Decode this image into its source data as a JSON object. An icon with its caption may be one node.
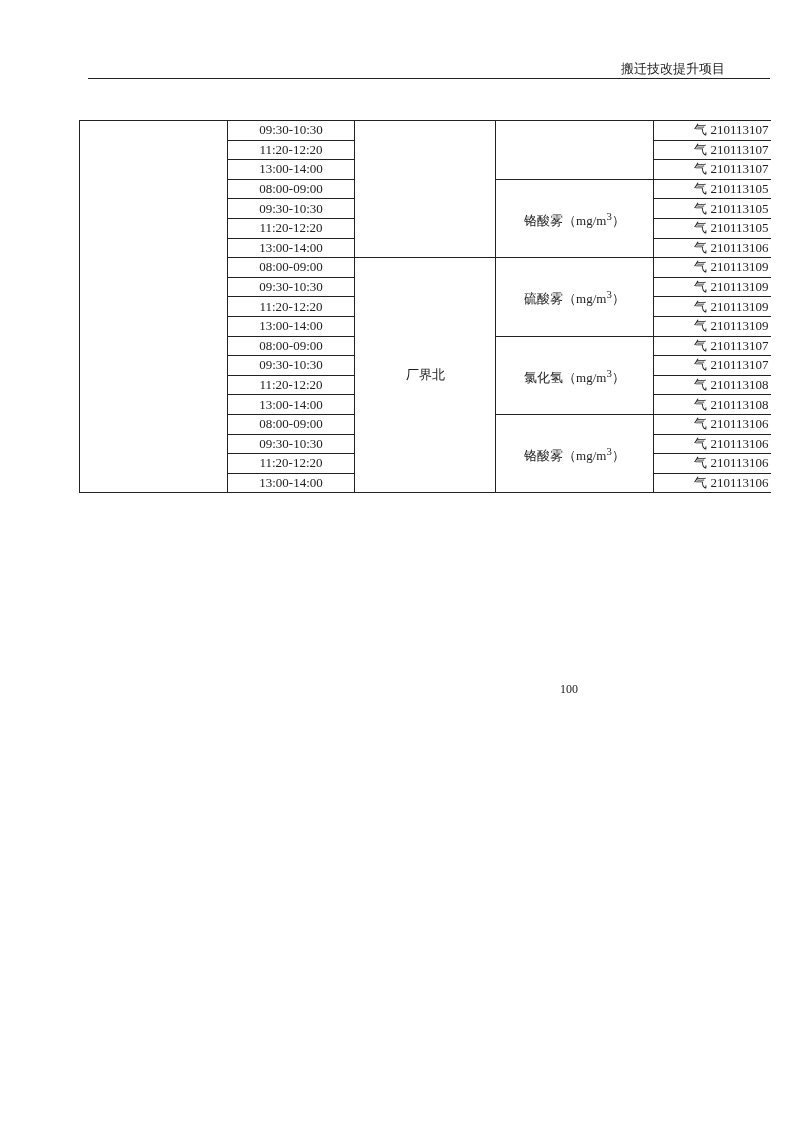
{
  "diagram": {
    "labels": [
      "搬迁技改提升项目",
      "09:30-10:30",
      "气 210113107",
      "11:20-12:20",
      "气 210113107",
      "13:00-14:00",
      "气 210113107",
      "08:00-09:00",
      "铬酸雾（mg/m$^{3}$）",
      "气 210113105",
      "09:30-10:30",
      "气 210113105",
      "11:20-12:20",
      "气 210113105",
      "13:00-14:00",
      "气 210113106",
      "08:00-09:00",
      "厂界北",
      "硫酸雾（mg/m$^{3}$）",
      "气 210113109",
      "09:30-10:30",
      "气 210113109",
      "11:20-12:20",
      "气 210113109",
      "13:00-14:00",
      "气 210113109",
      "08:00-09:00",
      "氯化氢（mg/m$^{3}$）",
      "气 210113107",
      "09:30-10:30",
      "气 210113107",
      "11:20-12:20",
      "气 210113108",
      "13:00-14:00",
      "气 210113108",
      "08:00-09:00",
      "铬酸雾（mg/m$^{3}$）",
      "气 210113106",
      "09:30-10:30",
      "气 210113106",
      "11:20-12:20",
      "气 210113106",
      "13:00-14:00",
      "气 210113106",
      "100"
    ]
  }
}
